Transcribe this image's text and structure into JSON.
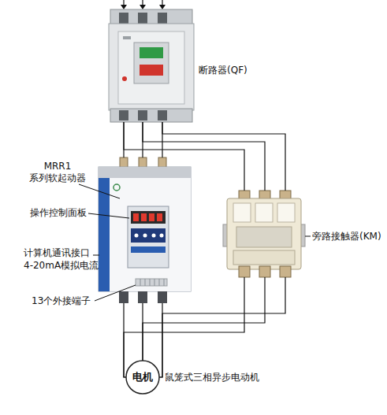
{
  "diagram": {
    "nodes": [
      {
        "text": [
          "断路器(QF)"
        ]
      },
      {
        "text": [
          "MRR1 系列软起动器"
        ]
      },
      {
        "text": [
          "旁路接触器(KM)"
        ]
      },
      {
        "text": [
          "电机",
          "鼠笼式三相异步电动机"
        ]
      }
    ],
    "edges": [
      {
        "from": 0,
        "to": 1,
        "arrow": "none"
      },
      {
        "from": 0,
        "to": 1,
        "arrow": "none"
      },
      {
        "from": 0,
        "to": 1,
        "arrow": "none"
      },
      {
        "from": 0,
        "to": 2,
        "arrow": "none"
      },
      {
        "from": 0,
        "to": 2,
        "arrow": "none"
      },
      {
        "from": 0,
        "to": 2,
        "arrow": "none"
      },
      {
        "from": 1,
        "to": 3,
        "arrow": "none"
      },
      {
        "from": 1,
        "to": 3,
        "arrow": "none"
      },
      {
        "from": 1,
        "to": 3,
        "arrow": "none"
      },
      {
        "from": 2,
        "to": 3,
        "arrow": "none"
      },
      {
        "from": 2,
        "to": 3,
        "arrow": "none"
      },
      {
        "from": 2,
        "to": 3,
        "arrow": "none"
      }
    ],
    "labels": [
      "操作控制面板",
      "计算机通讯接口",
      "4-20mA模拟电流",
      "13个外接端子"
    ]
  }
}
